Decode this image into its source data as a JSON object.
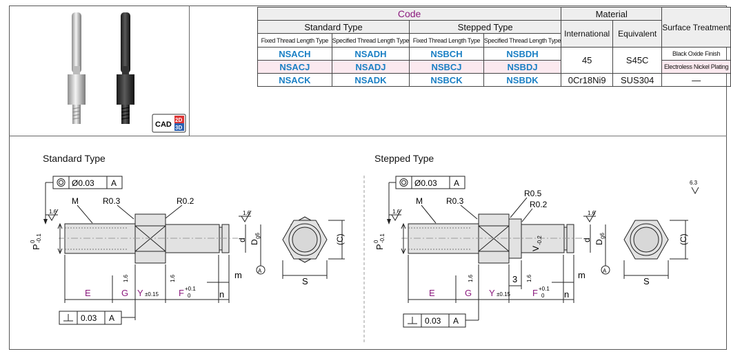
{
  "table": {
    "code_header": "Code",
    "standard_type": "Standard Type",
    "stepped_type": "Stepped Type",
    "material_header": "Material",
    "surface_header": "Surface Treatment",
    "international": "International",
    "equivalent": "Equivalent",
    "fixed_thread": "Fixed Thread Length Type",
    "specified_thread": "Specified Thread Length Type",
    "rows": [
      {
        "codes": [
          "NSACH",
          "NSADH",
          "NSBCH",
          "NSBDH"
        ]
      },
      {
        "codes": [
          "NSACJ",
          "NSADJ",
          "NSBCJ",
          "NSBDJ"
        ]
      },
      {
        "codes": [
          "NSACK",
          "NSADK",
          "NSBCK",
          "NSBDK"
        ]
      }
    ],
    "material_a_intl": "45",
    "material_a_equiv": "S45C",
    "surface_1": "Black Oxide Finish",
    "surface_2": "Electroless Nickel Plating",
    "material_b_intl": "0Cr18Ni9",
    "material_b_equiv": "SUS304",
    "surface_3": "—"
  },
  "photo": {
    "cad_label": "CAD",
    "cad_2d": "2D",
    "cad_3d": "3D"
  },
  "standard": {
    "title": "Standard Type",
    "concentricity": "Ø0.03",
    "datum": "A",
    "perp": "0.03",
    "M": "M",
    "R03": "R0.3",
    "R02": "R0.2",
    "roughness": "1.6",
    "P": "P",
    "P_tol_up": "0",
    "P_tol_low": "-0.1",
    "d": "d",
    "D": "D",
    "D_sub": "g6",
    "C": "(C)",
    "S": "S",
    "E": "E",
    "G": "G",
    "Y": "Y",
    "Y_tol": "±0.15",
    "F": "F",
    "F_tol_up": "+0.1",
    "F_tol_low": "0",
    "n": "n",
    "m": "m"
  },
  "stepped": {
    "title": "Stepped Type",
    "concentricity": "Ø0.03",
    "datum": "A",
    "perp": "0.03",
    "M": "M",
    "R03": "R0.3",
    "R05": "R0.5",
    "R02": "R0.2",
    "roughness": "1.6",
    "P": "P",
    "P_tol_up": "0",
    "P_tol_low": "-0.1",
    "V": "V",
    "V_tol": "-0.2",
    "d": "d",
    "D": "D",
    "D_sub": "g6",
    "C": "(C)",
    "S": "S",
    "E": "E",
    "G": "G",
    "Y": "Y",
    "Y_tol": "±0.15",
    "F": "F",
    "F_tol_up": "+0.1",
    "F_tol_low": "0",
    "n": "n",
    "m": "m",
    "three": "3",
    "global_roughness": "6.3"
  }
}
